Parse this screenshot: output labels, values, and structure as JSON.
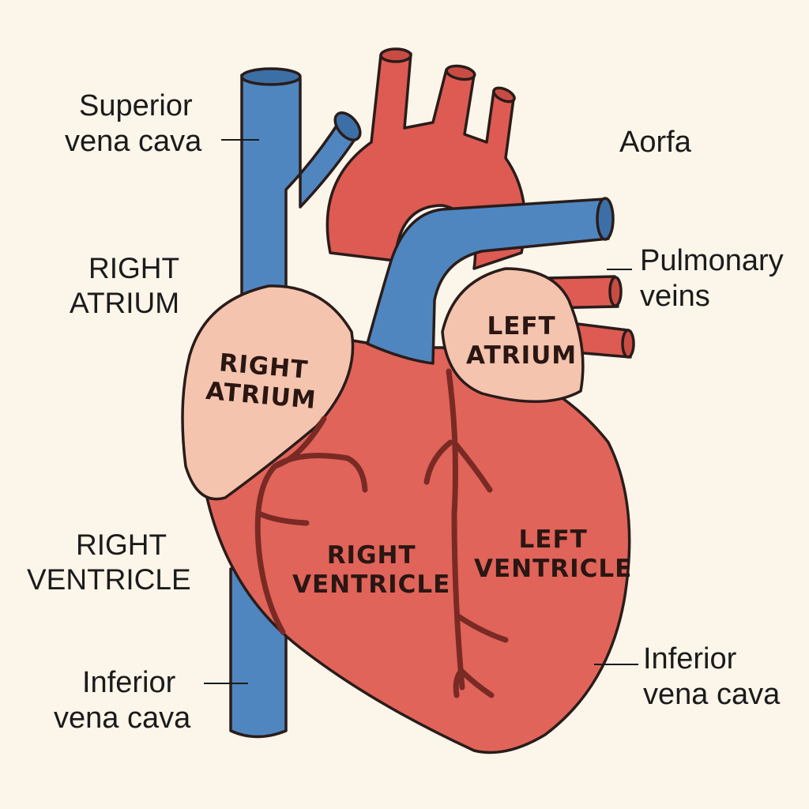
{
  "labels": {
    "superior_vena_cava": [
      "Superior",
      "vena cava"
    ],
    "aorta": "Aorfa",
    "right_atrium_outer": [
      "RIGHT",
      "ATRIUM"
    ],
    "pulmonary_veins": [
      "Pulmonary",
      "veins"
    ],
    "right_ventricle_outer": [
      "RIGHT",
      "VENTRICLE"
    ],
    "inferior_vena_cava_left": [
      "Inferior",
      "vena cava"
    ],
    "inferior_vena_cava_right": [
      "Inferior",
      "vena cava"
    ],
    "right_atrium_inner": [
      "RIGHT",
      "ATRIUM"
    ],
    "left_atrium_inner": [
      "LEFT",
      "ATRIUM"
    ],
    "right_ventricle_inner": [
      "RIGHT",
      "VENTRICLE"
    ],
    "left_ventricle_inner": [
      "LEFT",
      "VENTRICLE"
    ]
  },
  "colors": {
    "background": "#fbf5ea",
    "vessel_blue": "#4f86c0",
    "heart_red": "#e0645a",
    "aorta_red": "#dd5b52",
    "atrium_pink": "#f4c4ae",
    "outline": "#2a1c1a",
    "artery_dark": "#7a2a24"
  }
}
